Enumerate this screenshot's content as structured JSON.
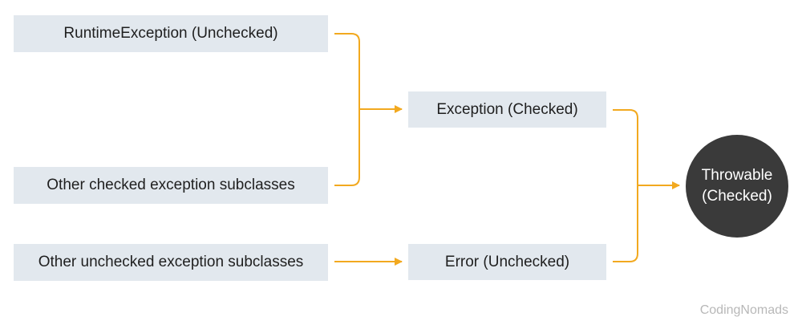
{
  "nodes": {
    "runtime_exception": "RuntimeException (Unchecked)",
    "other_checked": "Other checked exception subclasses",
    "other_unchecked": "Other unchecked exception subclasses",
    "exception": "Exception (Checked)",
    "error": "Error (Unchecked)",
    "throwable_line1": "Throwable",
    "throwable_line2": "(Checked)"
  },
  "watermark": "CodingNomads",
  "colors": {
    "box_fill": "#e2e8ee",
    "connector": "#f2a91f",
    "root_fill": "#3a3a3a"
  }
}
